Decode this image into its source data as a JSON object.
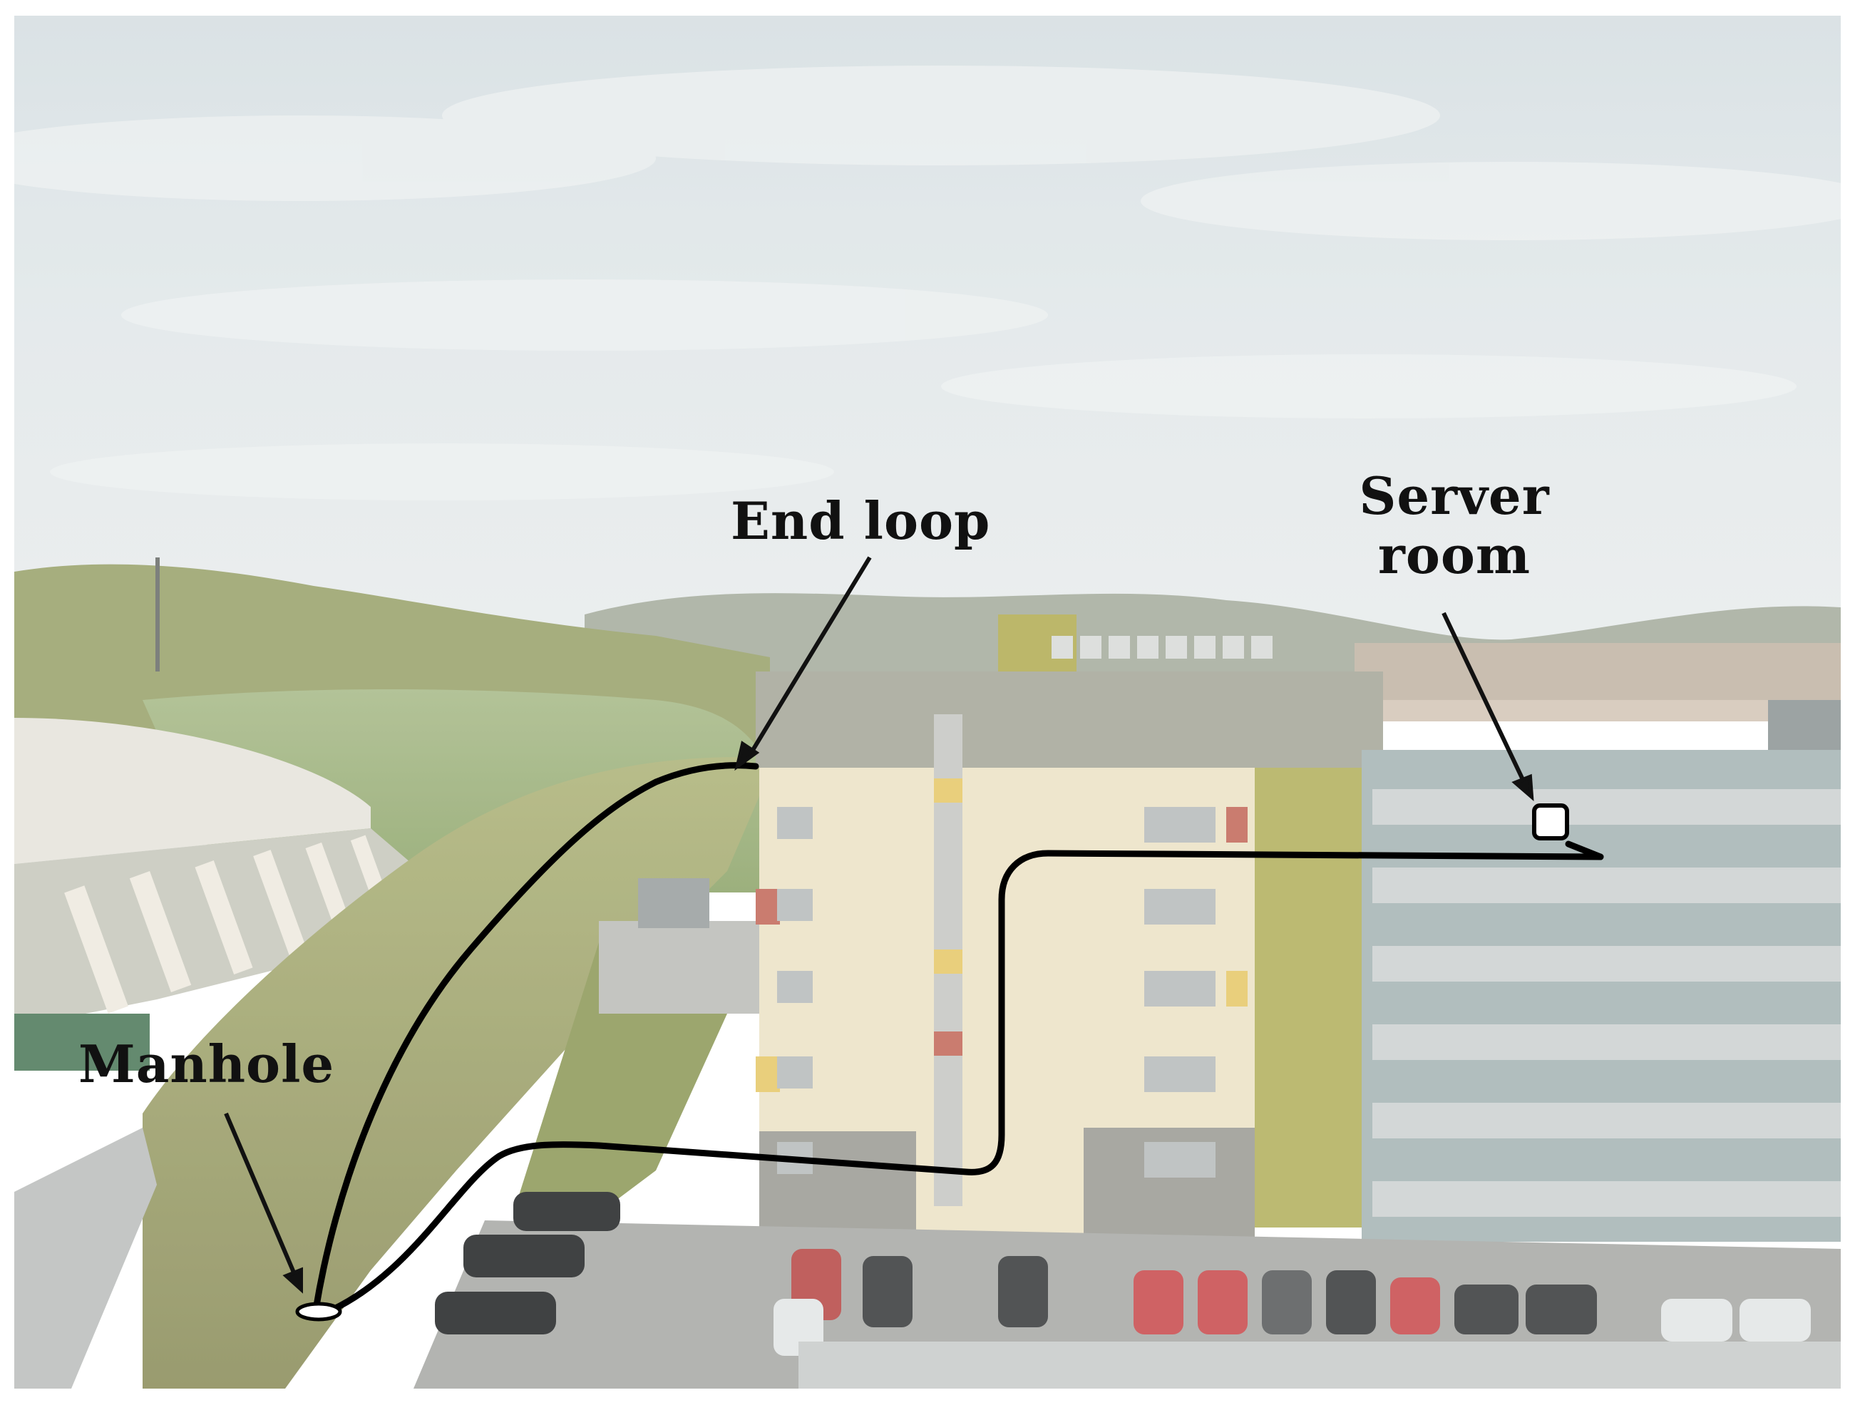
{
  "annotations": {
    "end_loop": "End loop",
    "server_room_line1": "Server",
    "server_room_line2": "room",
    "manhole": "Manhole"
  },
  "scene": {
    "description_elements": [
      "sky",
      "hills",
      "forest",
      "sports-hall",
      "office-building-yellow",
      "office-building-grey",
      "parking-lot",
      "cable-route"
    ],
    "colors": {
      "sky": "#dfe6e8",
      "yellow_facade": "#efe7cb",
      "grey_building": "#a9b7b7",
      "cable": "#000000"
    }
  }
}
